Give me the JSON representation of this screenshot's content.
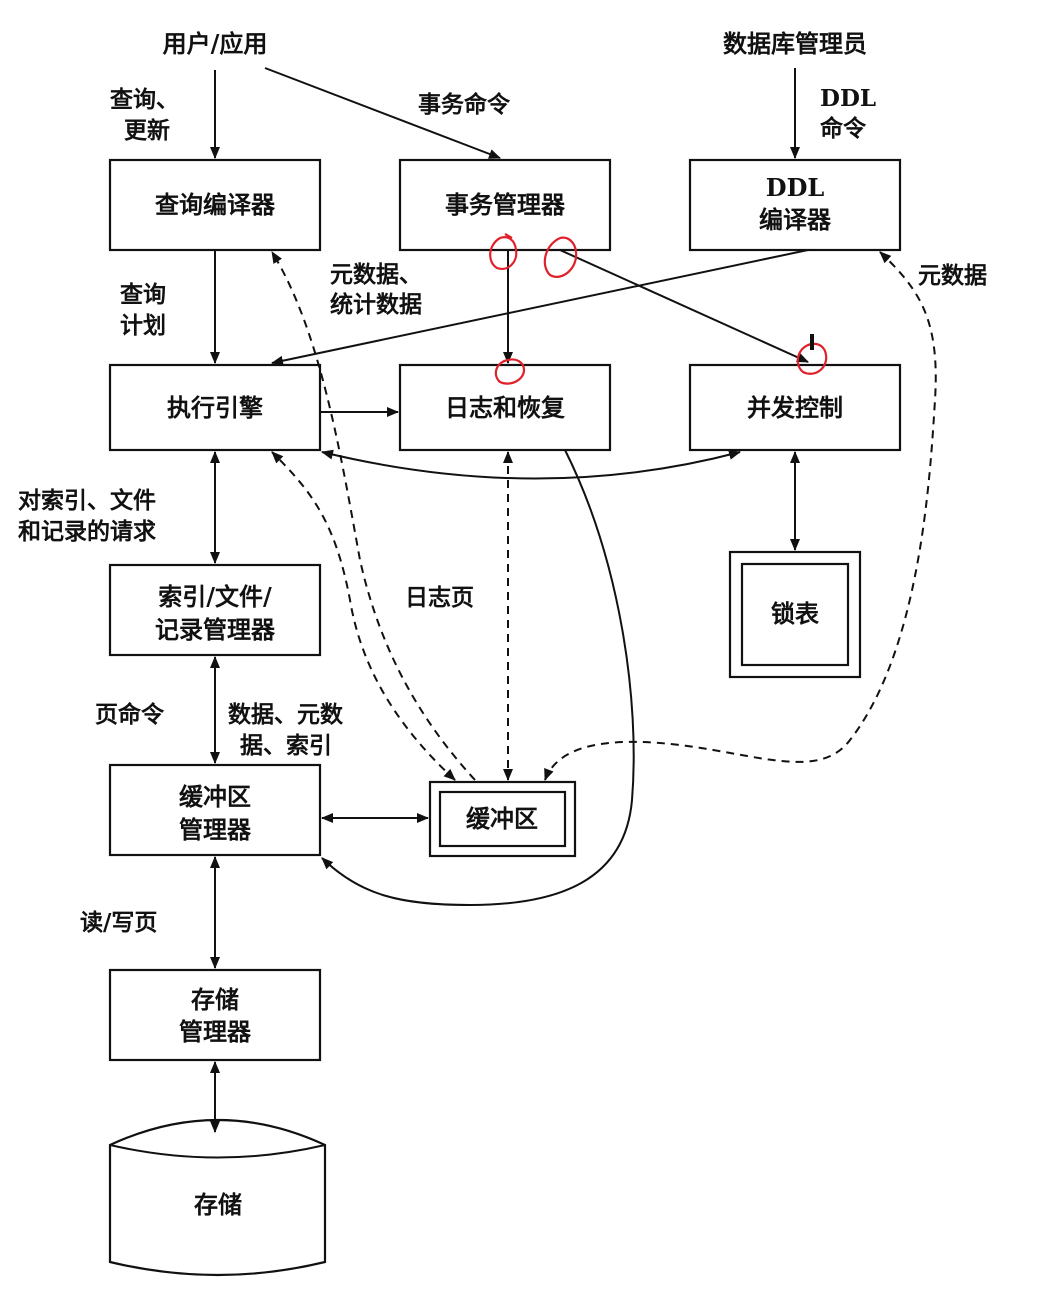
{
  "actors": {
    "user_app": "用户/应用",
    "dba": "数据库管理员"
  },
  "boxes": {
    "query_compiler": "查询编译器",
    "txn_manager": "事务管理器",
    "ddl_compiler": [
      "DDL",
      "编译器"
    ],
    "exec_engine": "执行引擎",
    "log_recovery": "日志和恢复",
    "concurrency": "并发控制",
    "lock_table": "锁表",
    "index_file_record": [
      "索引/文件/",
      "记录管理器"
    ],
    "buffer_manager": [
      "缓冲区",
      "管理器"
    ],
    "buffer": "缓冲区",
    "storage_manager": [
      "存储",
      "管理器"
    ],
    "storage": "存储"
  },
  "labels": {
    "query_update": [
      "查询、",
      "更新"
    ],
    "txn_command": "事务命令",
    "ddl_command": [
      "DDL",
      "命令"
    ],
    "query_plan": [
      "查询",
      "计划"
    ],
    "metadata_stats": [
      "元数据、",
      "统计数据"
    ],
    "metadata": "元数据",
    "requests": [
      "对索引、文件",
      "和记录的请求"
    ],
    "log_page": "日志页",
    "page_command": "页命令",
    "data_meta_index": [
      "数据、元数",
      "据、索引"
    ],
    "read_write_page": "读/写页"
  }
}
